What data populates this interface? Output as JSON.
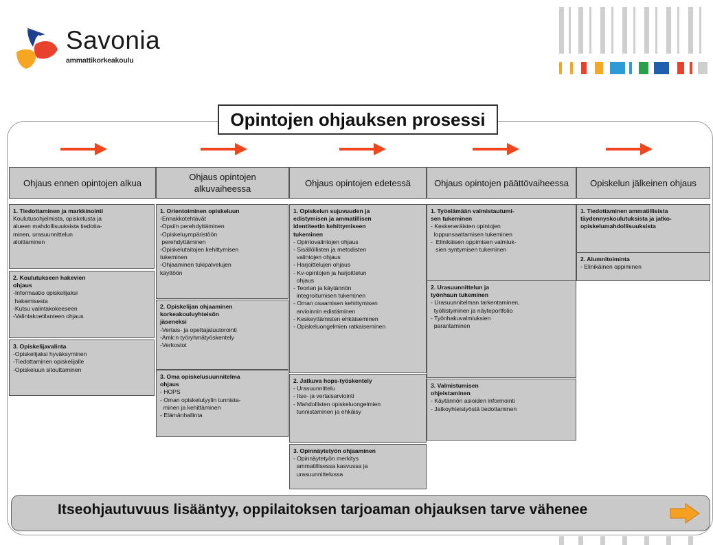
{
  "logo": {
    "name": "Savonia",
    "subtitle": "ammattikorkeakoulu",
    "colors": [
      "#f5a623",
      "#e8412c",
      "#1f3f8f"
    ]
  },
  "title": "Opintojen ohjauksen prosessi",
  "colors": {
    "arrow": "#f0461e",
    "box_fill": "#c9c9c9",
    "bottom_arrow": "#f5a020"
  },
  "phases": [
    {
      "label": "Ohjaus ennen opintojen alkua"
    },
    {
      "label": "Ohjaus opintojen alkuvaiheessa"
    },
    {
      "label": "Ohjaus opintojen edetessä"
    },
    {
      "label": "Ohjaus opintojen päättövaiheessa"
    },
    {
      "label": "Opiskelun jälkeinen ohjaus"
    }
  ],
  "boxes": [
    {
      "id": "c1b1",
      "heading": "1. Tiedottaminen ja markkinointi",
      "lines": [
        "Koulutusohjelmista, opiskelusta ja",
        "alueen mahdollisuuksista tiedotta-",
        "minen, urasuunnittelun",
        "aloittaminen"
      ]
    },
    {
      "id": "c1b2",
      "heading": "2. Koulutukseen hakevien\n   ohjaus",
      "lines": [
        "-Informaatio opiskelijaksi",
        " hakemisesta",
        "-Kutsu valintakokeeseen",
        "-Valintakoetilanteen ohjaus"
      ]
    },
    {
      "id": "c1b3",
      "heading": "3. Opiskelijavalinta",
      "lines": [
        "-Opiskelijaksi hyväksyminen",
        "-Tiedottaminen opiskelijalle",
        "-Opiskeluun sitouttaminen"
      ]
    },
    {
      "id": "c2b1",
      "heading": "1. Orientoiminen opiskeluun",
      "lines": [
        "-Ennakkotehtävät",
        "-Opsiin perehdyttäminen",
        "-Opiskeluympäristöön",
        " perehdyttäminen",
        "-Opiskelutaitojen kehittymisen",
        "tukeminen",
        "-Ohjaaminen tukipalvelujen",
        "käyttöön"
      ]
    },
    {
      "id": "c2b2",
      "heading": "2. Opiskelijan ohjaaminen\nkorkeakouluyhteisön\njäseneksi",
      "lines": [
        "-Vertais- ja opettajatuutorointi",
        "-Amk:n työryhmätyöskentely",
        "-Verkostot"
      ]
    },
    {
      "id": "c2b3",
      "heading": "3. Oma opiskelusuunnitelma\nohjaus",
      "lines": [
        "- HOPS",
        "- Oman opiskelutyylin tunnista-",
        "  minen ja kehittäminen",
        "- Elämänhallinta"
      ]
    },
    {
      "id": "c3b1",
      "heading": "1. Opiskelun sujuvuuden ja\nedistymisen ja  ammatillisen\nidentiteetin kehittymiseen\ntukeminen",
      "lines": [
        "- Opintovalintojen ohjaus",
        "- Sisällöllisten ja metodisten",
        "  valintojen ohjaus",
        "- Harjoittelujen ohjaus",
        "- Kv-opintojen ja harjoittelun",
        "  ohjaus",
        "- Teorian ja käytännön",
        "  integroitumisen tukeminen",
        "- Oman osaamisen kehittymisen",
        "  arvioinnin edistäminen",
        "- Keskeyttämisten ehkäiseminen",
        "- Opiskeluongelmien ratkaiseminen"
      ]
    },
    {
      "id": "c3b2",
      "heading": "2. Jatkuva hops-työskentely",
      "lines": [
        "- Urasuunnittelu",
        "- Itse- ja vertaisarviointi",
        "- Mahdollisten opiskeluongelmien",
        "  tunnistaminen ja ehkäisy"
      ]
    },
    {
      "id": "c3b3",
      "heading": "3. Opinnäytetyön ohjaaminen",
      "lines": [
        "- Opinnäytetyön merkitys",
        "  ammatillisessa kasvussa ja",
        "  urasuunnittelussa"
      ]
    },
    {
      "id": "c4b1",
      "heading": "1. Työelämään valmistautumi-\n   sen tukeminen",
      "lines": [
        "- Keskeneräisten opintojen",
        "  loppunsaattamisen tukeminen",
        "-  Elinikäisen oppimisen valmiuk-",
        "   sien syntymisen tukeminen"
      ]
    },
    {
      "id": "c4b2",
      "heading": "2. Urasuunnittelun ja\ntyönhaun tukeminen",
      "lines": [
        "- Urasuunnitelman tarkentaminen,",
        "  työllistyminen ja näyteportfolio",
        "- Työnhakuvalmiuksien",
        "  parantaminen"
      ]
    },
    {
      "id": "c4b3",
      "heading": "3. Valmistumisen\nohjeistaminen",
      "lines": [
        "- Käytännön asioiden informointi",
        "- Jatkoyhteistyöstä tiedottaminen"
      ]
    },
    {
      "id": "c5b1",
      "heading": "1. Tiedottaminen ammatillisista\ntäydennyskoulutuksista ja jatko-\nopiskelumahdollisuuksista",
      "lines": []
    },
    {
      "id": "c5b2",
      "heading": "2. Alumnitoiminta",
      "lines": [
        "- Elinikäinen oppiminen"
      ]
    }
  ],
  "bottom": {
    "text": "Itseohjautuvuus lisääntyy, oppilaitoksen tarjoaman ohjauksen tarve vähenee"
  }
}
